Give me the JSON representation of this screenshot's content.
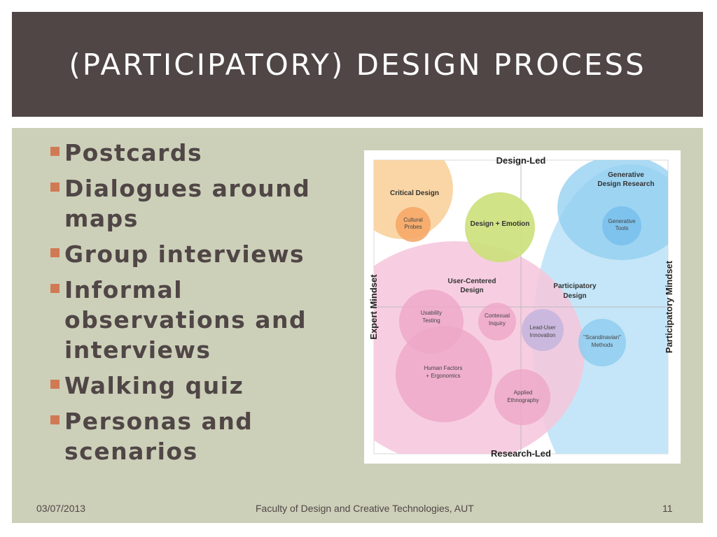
{
  "slide": {
    "title": "(PARTICIPATORY) DESIGN PROCESS",
    "bullets": [
      "Postcards",
      "Dialogues around maps",
      "Group interviews",
      "Informal observations and interviews",
      "Walking quiz",
      "Personas and scenarios"
    ],
    "footer": {
      "date": "03/07/2013",
      "center": "Faculty of Design and Creative Technologies, AUT",
      "page": "11"
    }
  },
  "diagram": {
    "axis_top": "Design-Led",
    "axis_bottom": "Research-Led",
    "axis_left": "Expert Mindset",
    "axis_right": "Participatory Mindset",
    "labels": {
      "critical_design": "Critical Design",
      "cultural_probes_1": "Cultural",
      "cultural_probes_2": "Probes",
      "design_emotion": "Design + Emotion",
      "generative_research_1": "Generative",
      "generative_research_2": "Design Research",
      "generative_tools_1": "Generative",
      "generative_tools_2": "Tools",
      "user_centered_1": "User-Centered",
      "user_centered_2": "Design",
      "participatory_1": "Participatory",
      "participatory_2": "Design",
      "usability_1": "Usability",
      "usability_2": "Testing",
      "contextual_1": "Contexual",
      "contextual_2": "Inquiry",
      "lead_user_1": "Lead-User",
      "lead_user_2": "Innovation",
      "scandinavian_1": "\"Scandinavian\"",
      "scandinavian_2": "Methods",
      "human_factors_1": "Human Factors",
      "human_factors_2": "+ Ergonomics",
      "applied_1": "Applied",
      "applied_2": "Ethnography"
    },
    "colors": {
      "orange": "#f9cf97",
      "orange_dark": "#f5a968",
      "green": "#cbe07a",
      "blue_light": "#bfe3f7",
      "blue": "#8fcdf0",
      "pink_light": "#f6c6dc",
      "pink": "#eea7c8",
      "purple_overlap": "#c7b6de"
    }
  }
}
